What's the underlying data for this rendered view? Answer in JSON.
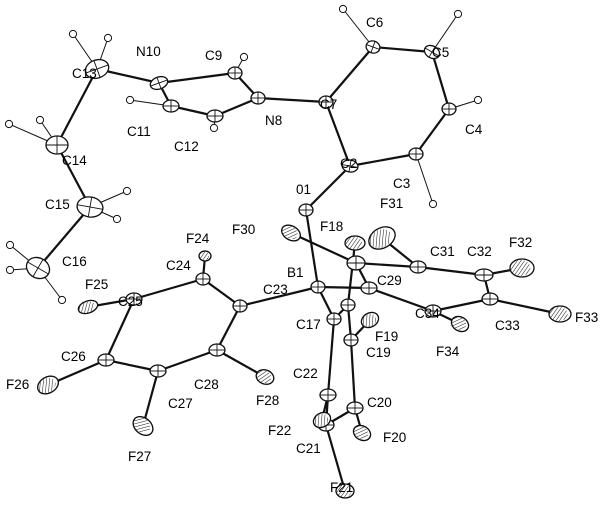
{
  "atoms": [
    {
      "id": "C6",
      "label": "C6"
    },
    {
      "id": "C5",
      "label": "C5"
    },
    {
      "id": "C4",
      "label": "C4"
    },
    {
      "id": "C3",
      "label": "C3"
    },
    {
      "id": "C2",
      "label": "C2"
    },
    {
      "id": "C7",
      "label": "C7"
    },
    {
      "id": "N8",
      "label": "N8"
    },
    {
      "id": "C9",
      "label": "C9"
    },
    {
      "id": "N10",
      "label": "N10"
    },
    {
      "id": "C11",
      "label": "C11"
    },
    {
      "id": "C12",
      "label": "C12"
    },
    {
      "id": "C13",
      "label": "C13"
    },
    {
      "id": "C14",
      "label": "C14"
    },
    {
      "id": "C15",
      "label": "C15"
    },
    {
      "id": "C16",
      "label": "C16"
    },
    {
      "id": "O1",
      "label": "01"
    },
    {
      "id": "B1",
      "label": "B1"
    },
    {
      "id": "C23",
      "label": "C23"
    },
    {
      "id": "C24",
      "label": "C24"
    },
    {
      "id": "F24",
      "label": "F24"
    },
    {
      "id": "C25",
      "label": "C25"
    },
    {
      "id": "F25",
      "label": "F25"
    },
    {
      "id": "C26",
      "label": "C26"
    },
    {
      "id": "F26",
      "label": "F26"
    },
    {
      "id": "C27",
      "label": "C27"
    },
    {
      "id": "F27",
      "label": "F27"
    },
    {
      "id": "C28",
      "label": "C28"
    },
    {
      "id": "F28",
      "label": "F28"
    },
    {
      "id": "C29",
      "label": "C29"
    },
    {
      "id": "C30",
      "label": ""
    },
    {
      "id": "F30",
      "label": "F30"
    },
    {
      "id": "C31",
      "label": "C31"
    },
    {
      "id": "F31",
      "label": "F31"
    },
    {
      "id": "C32",
      "label": "C32"
    },
    {
      "id": "F32",
      "label": "F32"
    },
    {
      "id": "C33",
      "label": "C33"
    },
    {
      "id": "F33",
      "label": "F33"
    },
    {
      "id": "C34",
      "label": "C34"
    },
    {
      "id": "F34",
      "label": "F34"
    },
    {
      "id": "C17",
      "label": "C17"
    },
    {
      "id": "C18",
      "label": ""
    },
    {
      "id": "F18",
      "label": "F18"
    },
    {
      "id": "C19",
      "label": "C19"
    },
    {
      "id": "F19",
      "label": "F19"
    },
    {
      "id": "C20",
      "label": "C20"
    },
    {
      "id": "F20",
      "label": "F20"
    },
    {
      "id": "C21",
      "label": "C21"
    },
    {
      "id": "F21",
      "label": "F21"
    },
    {
      "id": "C22",
      "label": "C22"
    },
    {
      "id": "F22",
      "label": "F22"
    }
  ],
  "bonds": [
    [
      "C7",
      "C6"
    ],
    [
      "C6",
      "C5"
    ],
    [
      "C5",
      "C4"
    ],
    [
      "C4",
      "C3"
    ],
    [
      "C3",
      "C2"
    ],
    [
      "C2",
      "C7"
    ],
    [
      "C7",
      "N8"
    ],
    [
      "N8",
      "C9"
    ],
    [
      "C9",
      "N10"
    ],
    [
      "N10",
      "C11"
    ],
    [
      "C11",
      "C12"
    ],
    [
      "C12",
      "N8"
    ],
    [
      "N10",
      "C13"
    ],
    [
      "C13",
      "C14"
    ],
    [
      "C14",
      "C15"
    ],
    [
      "C15",
      "C16"
    ],
    [
      "C2",
      "O1"
    ],
    [
      "O1",
      "B1"
    ],
    [
      "B1",
      "C23"
    ],
    [
      "C23",
      "C24"
    ],
    [
      "C24",
      "C25"
    ],
    [
      "C25",
      "C26"
    ],
    [
      "C26",
      "C27"
    ],
    [
      "C27",
      "C28"
    ],
    [
      "C28",
      "C23"
    ],
    [
      "C24",
      "F24"
    ],
    [
      "C25",
      "F25"
    ],
    [
      "C26",
      "F26"
    ],
    [
      "C27",
      "F27"
    ],
    [
      "C28",
      "F28"
    ],
    [
      "B1",
      "C29"
    ],
    [
      "C29",
      "C30"
    ],
    [
      "C30",
      "C31"
    ],
    [
      "C31",
      "C32"
    ],
    [
      "C32",
      "C33"
    ],
    [
      "C33",
      "C34"
    ],
    [
      "C34",
      "C29"
    ],
    [
      "C30",
      "F30"
    ],
    [
      "C31",
      "F31"
    ],
    [
      "C32",
      "F32"
    ],
    [
      "C33",
      "F33"
    ],
    [
      "C34",
      "F34"
    ],
    [
      "B1",
      "C17"
    ],
    [
      "C17",
      "C18"
    ],
    [
      "C18",
      "C19"
    ],
    [
      "C19",
      "C20"
    ],
    [
      "C20",
      "C21"
    ],
    [
      "C21",
      "C22"
    ],
    [
      "C22",
      "C17"
    ],
    [
      "C18",
      "F18"
    ],
    [
      "C19",
      "F19"
    ],
    [
      "C20",
      "F20"
    ],
    [
      "C21",
      "F21"
    ],
    [
      "C22",
      "F22"
    ]
  ]
}
